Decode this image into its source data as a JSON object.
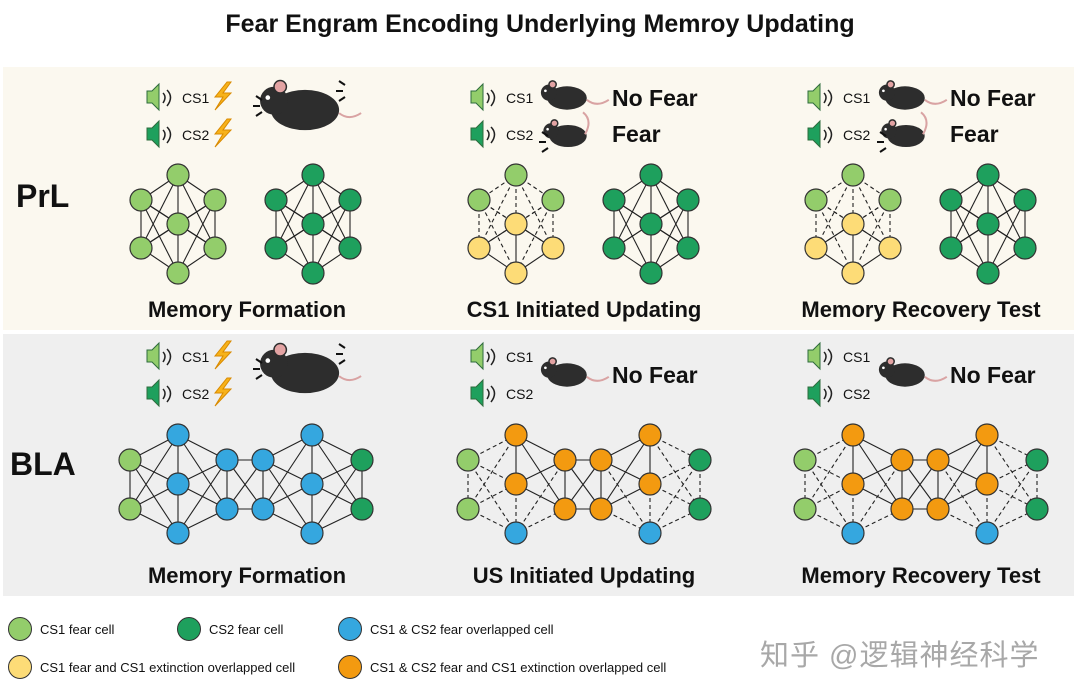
{
  "title": "Fear Engram Encoding Underlying Memroy Updating",
  "regions": {
    "prl": "PrL",
    "bla": "BLA"
  },
  "captions": {
    "prl": [
      "Memory Formation",
      "CS1 Initiated Updating",
      "Memory Recovery Test"
    ],
    "bla": [
      "Memory Formation",
      "US Initiated Updating",
      "Memory Recovery Test"
    ]
  },
  "stimuli": {
    "cs1": "CS1",
    "cs2": "CS2"
  },
  "outcomes": {
    "no_fear": "No Fear",
    "fear": "Fear"
  },
  "legend": [
    {
      "label": "CS1 fear cell",
      "color": "#93cd6b"
    },
    {
      "label": "CS2 fear cell",
      "color": "#1ea05d"
    },
    {
      "label": "CS1 & CS2  fear overlapped cell",
      "color": "#35a7df"
    },
    {
      "label": "CS1 fear and CS1 extinction overlapped cell",
      "color": "#fddc77"
    },
    {
      "label": "CS1 & CS2 fear and CS1 extinction overlapped cell",
      "color": "#f39a10"
    }
  ],
  "watermark": "知乎 @逻辑神经科学"
}
